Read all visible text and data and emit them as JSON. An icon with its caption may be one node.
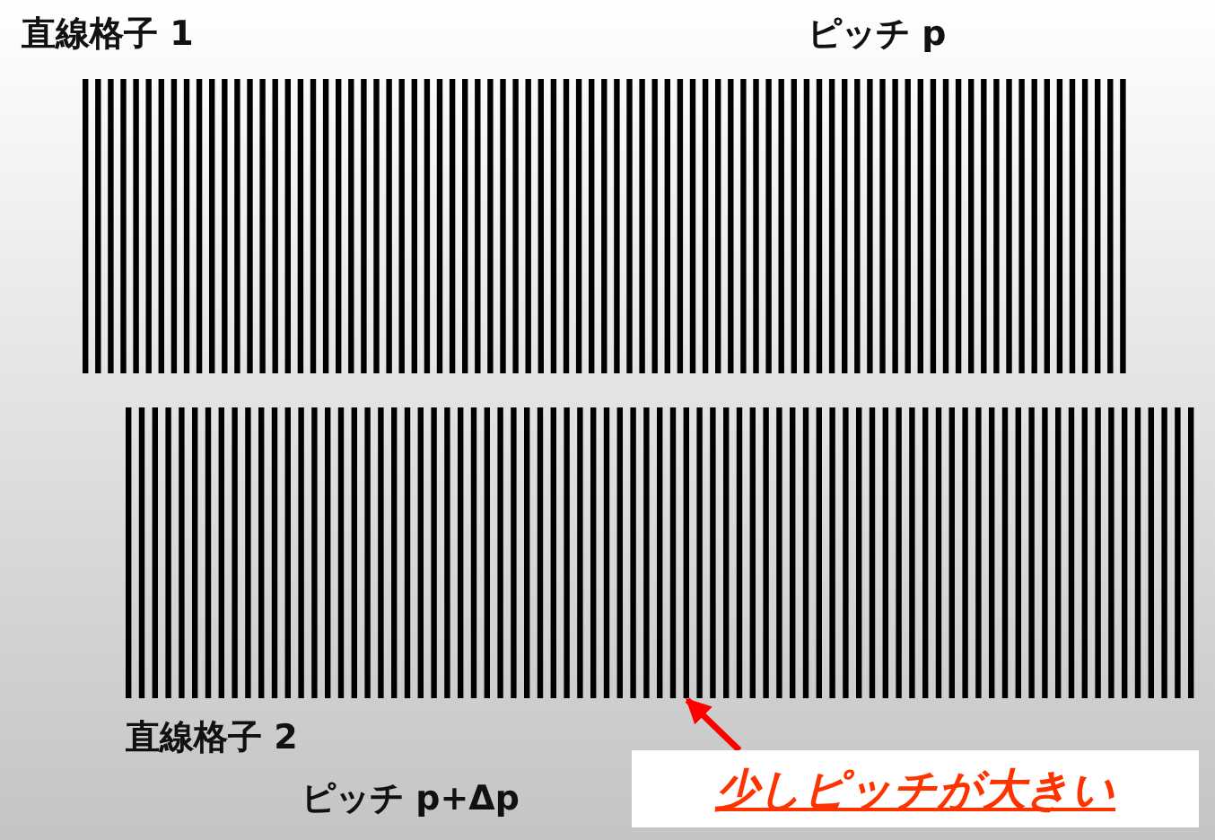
{
  "diagram": {
    "nodes": [
      {
        "text": [],
        "shape": "picture",
        "beside": [
          "直線格子 1",
          "ピッチ p"
        ]
      },
      {
        "text": [],
        "shape": "picture",
        "beside": [
          "直線格子 2",
          "ピッチ p+Δp"
        ]
      },
      {
        "text": [
          "少しピッチが大きい"
        ]
      }
    ],
    "edges": [
      {
        "from": 2,
        "to": 1,
        "arrow": "to",
        "color": "#ff0000"
      }
    ]
  }
}
